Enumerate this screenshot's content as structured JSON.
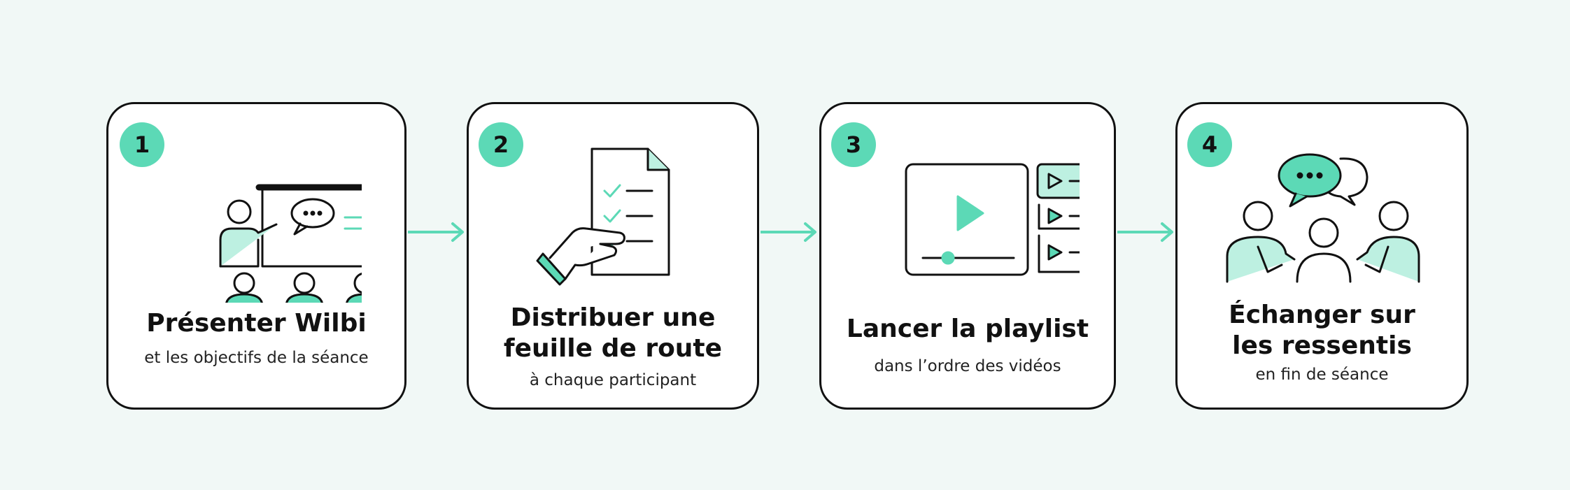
{
  "colors": {
    "accent": "#5cd9b6",
    "accent_light": "#bdf0e1",
    "ink": "#111111",
    "background": "#f1f8f6"
  },
  "steps": [
    {
      "number": "1",
      "title_lines": [
        "Présenter Wilbi"
      ],
      "subtitle": "et les objectifs de la séance",
      "icon": "presentation-icon"
    },
    {
      "number": "2",
      "title_lines": [
        "Distribuer une",
        "feuille de route"
      ],
      "subtitle": "à chaque participant",
      "icon": "checklist-document-icon"
    },
    {
      "number": "3",
      "title_lines": [
        "Lancer la playlist"
      ],
      "subtitle": "dans l’ordre des vidéos",
      "icon": "video-playlist-icon"
    },
    {
      "number": "4",
      "title_lines": [
        "Échanger sur",
        "les ressentis"
      ],
      "subtitle": "en fin de séance",
      "icon": "discussion-group-icon"
    }
  ]
}
